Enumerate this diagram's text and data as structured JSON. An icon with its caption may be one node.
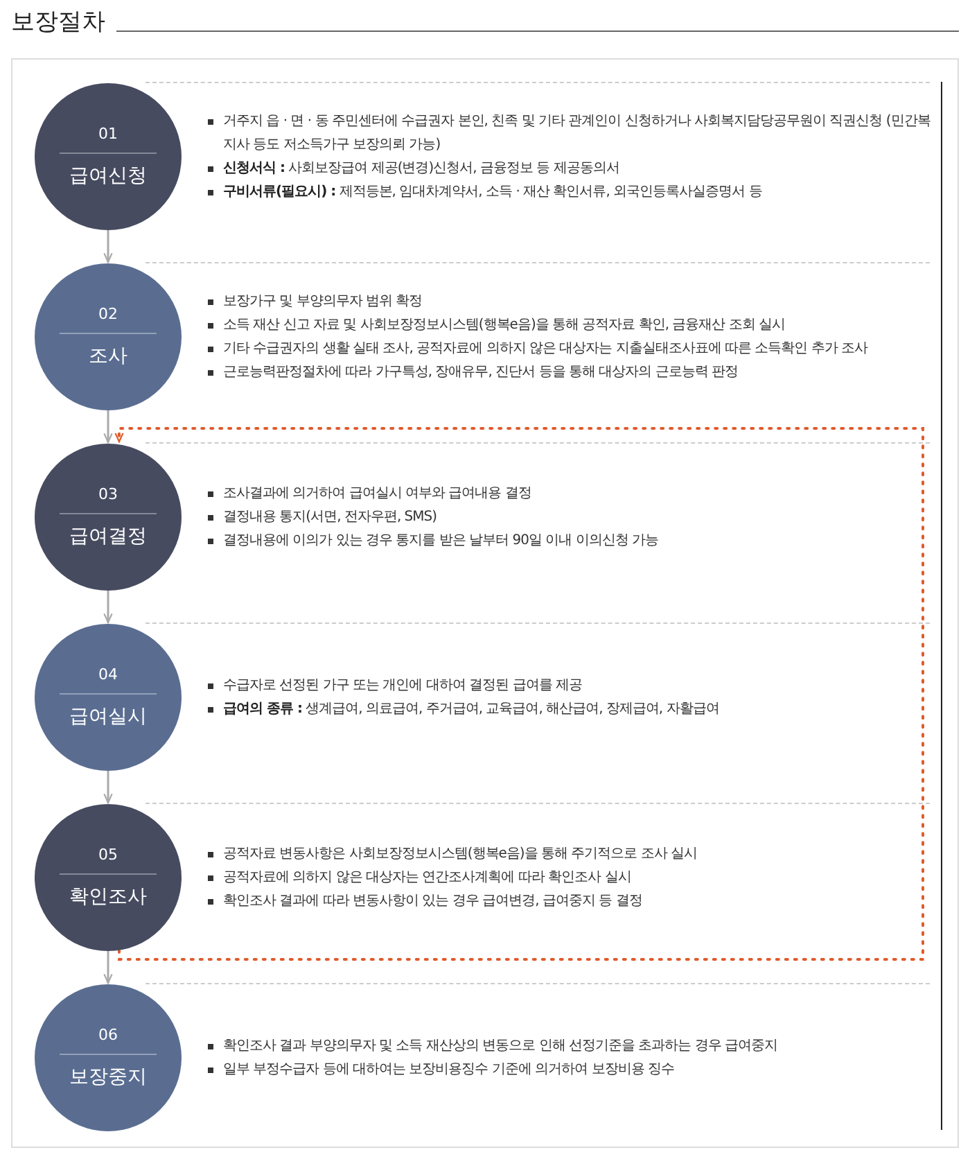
{
  "diagram": {
    "title": "보장절차",
    "nodes": [
      {
        "text": [
          "01",
          "급여신청"
        ],
        "beside": [
          "거주지 읍 · 면 · 동 주민센터에 수급권자 본인, 친족 및 기타 관계인이 신청하거나 사회복지담당공무원이 직권신청 (민간복지사 등도 저소득가구 보장의뢰 가능)",
          "**신청서식 :** 사회보장급여 제공(변경)신청서, 금융정보 등 제공동의서",
          "**구비서류(필요시) :** 제적등본, 임대차계약서, 소득 · 재산 확인서류, 외국인등록사실증명서 등"
        ]
      },
      {
        "text": [
          "02",
          "조사"
        ],
        "beside": [
          "보장가구 및 부양의무자 범위 확정",
          "소득 재산 신고 자료 및 사회보장정보시스템(행복e음)을 통해 공적자료 확인, 금융재산 조회 실시",
          "기타 수급권자의 생활 실태 조사, 공적자료에 의하지 않은 대상자는 지출실태조사표에 따른 소득확인 추가 조사",
          "근로능력판정절차에 따라 가구특성, 장애유무, 진단서 등을 통해 대상자의 근로능력 판정"
        ]
      },
      {
        "text": [
          "03",
          "급여결정"
        ],
        "beside": [
          "조사결과에 의거하여 급여실시 여부와 급여내용 결정",
          "결정내용 통지(서면, 전자우편, SMS)",
          "결정내용에 이의가 있는 경우 통지를 받은 날부터 90일 이내 이의신청 가능"
        ]
      },
      {
        "text": [
          "04",
          "급여실시"
        ],
        "beside": [
          "수급자로 선정된 가구 또는 개인에 대하여 결정된 급여를 제공",
          "**급여의 종류 :** 생계급여, 의료급여, 주거급여, 교육급여, 해산급여, 장제급여, 자활급여"
        ]
      },
      {
        "text": [
          "05",
          "확인조사"
        ],
        "beside": [
          "공적자료 변동사항은 사회보장정보시스템(행복e음)을 통해 주기적으로 조사 실시",
          "공적자료에 의하지 않은 대상자는 연간조사계획에 따라 확인조사 실시",
          "확인조사 결과에 따라 변동사항이 있는 경우 급여변경, 급여중지 등 결정"
        ]
      },
      {
        "text": [
          "06",
          "보장중지"
        ],
        "beside": [
          "확인조사 결과 부양의무자 및 소득 재산상의 변동으로 인해 선정기준을 초과하는 경우 급여중지",
          "일부 부정수급자 등에 대하여는 보장비용징수 기준에 의거하여 보장비용 징수"
        ]
      }
    ],
    "edges": [
      {
        "from": 0,
        "to": 1,
        "arrow": "to"
      },
      {
        "from": 1,
        "to": 2,
        "arrow": "to"
      },
      {
        "from": 2,
        "to": 3,
        "arrow": "to"
      },
      {
        "from": 3,
        "to": 4,
        "arrow": "to"
      },
      {
        "from": 4,
        "to": 5,
        "arrow": "to"
      },
      {
        "from": 4,
        "to": 2,
        "arrow": "to",
        "style": "dashed",
        "color": "#e05a2b"
      }
    ]
  }
}
